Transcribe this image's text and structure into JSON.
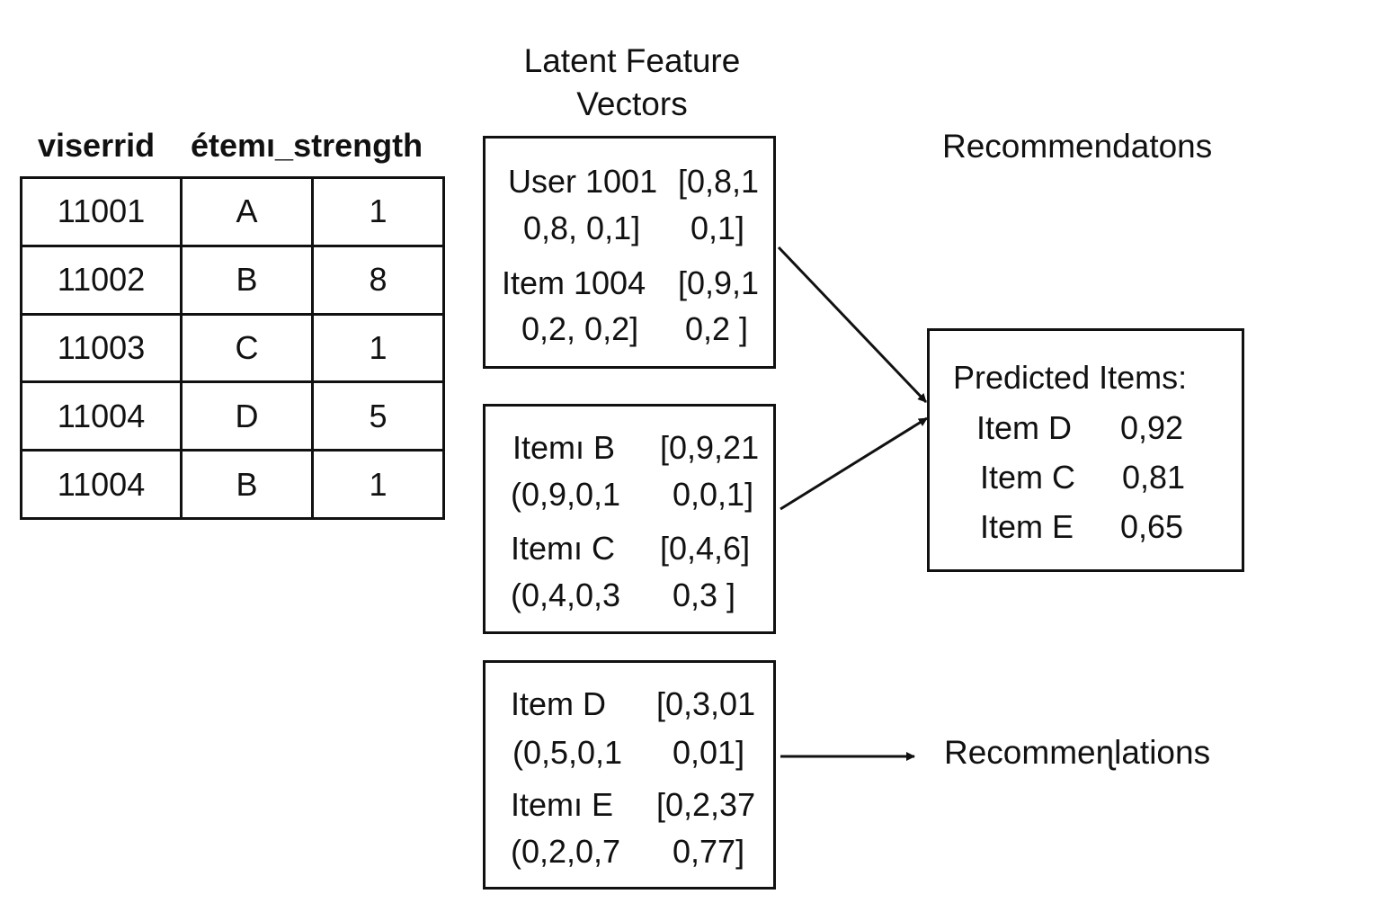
{
  "table": {
    "headers": [
      "viserrid",
      "étemı_strength"
    ],
    "rows": [
      [
        "11001",
        "A",
        "1"
      ],
      [
        "11002",
        "B",
        "8"
      ],
      [
        "11003",
        "C",
        "1"
      ],
      [
        "11004",
        "D",
        "5"
      ],
      [
        "11004",
        "B",
        "1"
      ]
    ]
  },
  "latent": {
    "title_line1": "Latent Feature",
    "title_line2": "Vectors"
  },
  "vector_boxes": [
    {
      "lines": [
        {
          "left": "User 1001",
          "right": "[0,8,1"
        },
        {
          "left": "0,8, 0,1]",
          "right": "0,1]"
        },
        {
          "left": "Item 1004",
          "right": "[0,9,1"
        },
        {
          "left": "0,2, 0,2]",
          "right": "0,2 ]"
        }
      ]
    },
    {
      "lines": [
        {
          "left": "Itemı B",
          "right": "[0,9,21"
        },
        {
          "left": "(0,9,0,1",
          "right": "0,0,1]"
        },
        {
          "left": "Itemı C",
          "right": "[0,4,6]"
        },
        {
          "left": "(0,4,0,3",
          "right": "0,3 ]"
        }
      ]
    },
    {
      "lines": [
        {
          "left": "Item D",
          "right": "[0,3,01"
        },
        {
          "left": "(0,5,0,1",
          "right": "0,01]"
        },
        {
          "left": "Itemı E",
          "right": "[0,2,37"
        },
        {
          "left": "(0,2,0,7",
          "right": "0,77]"
        }
      ]
    }
  ],
  "recommendations": {
    "heading": "Recommendatons",
    "predicted_title": "Predicted Items:",
    "predicted": [
      {
        "item": "Item D",
        "score": "0,92"
      },
      {
        "item": "Item C",
        "score": "0,81"
      },
      {
        "item": "Item E",
        "score": "0,65"
      }
    ],
    "bottom_label": "Recommerʅlations"
  },
  "colors": {
    "ink": "#111111",
    "background": "#ffffff"
  }
}
